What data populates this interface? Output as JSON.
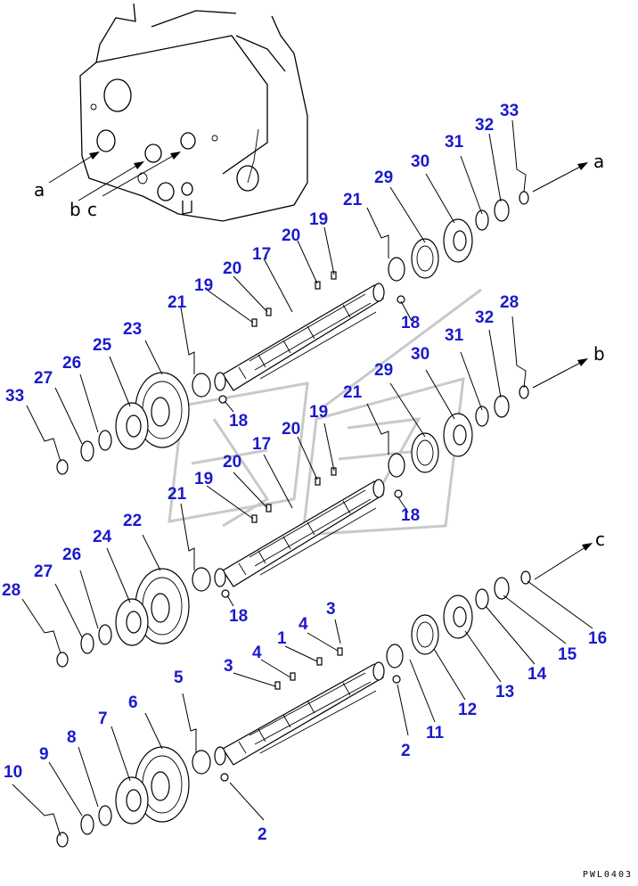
{
  "diagram": {
    "callouts": [
      "1",
      "2",
      "3",
      "4",
      "5",
      "6",
      "7",
      "8",
      "9",
      "10",
      "11",
      "12",
      "13",
      "14",
      "15",
      "16",
      "17",
      "18",
      "19",
      "20",
      "21",
      "22",
      "23",
      "24",
      "25",
      "26",
      "27",
      "28",
      "29",
      "30",
      "31",
      "32",
      "33"
    ],
    "assembly_letters": [
      "a",
      "b",
      "c"
    ],
    "code": "PWL0403"
  }
}
